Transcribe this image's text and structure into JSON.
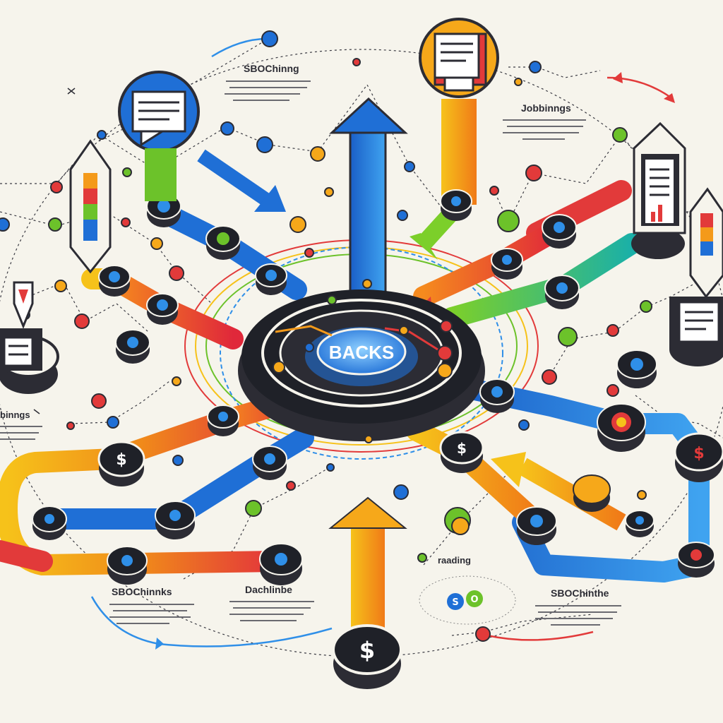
{
  "hub": {
    "label": "BACKS"
  },
  "labels": [
    {
      "id": "top-left",
      "title": "SBOChinng"
    },
    {
      "id": "top-right",
      "title": "Jobbinngs"
    },
    {
      "id": "left",
      "title": "binngs"
    },
    {
      "id": "bottom-left",
      "title": "SBOChinnks"
    },
    {
      "id": "bottom-center",
      "title": "Dachlinbe"
    },
    {
      "id": "bottom-mid",
      "title": "raading"
    },
    {
      "id": "bottom-right",
      "title": "SBOChinthe"
    }
  ],
  "coins": {
    "dollar_symbol": "$",
    "seo_badge": "S",
    "seo_badge_check": "O"
  },
  "colors": {
    "background": "#f6f4ec",
    "blue": "#1f6fd6",
    "orange": "#f49a1a",
    "red": "#e23a3a",
    "green": "#6cc22a",
    "yellow": "#f6c21a",
    "dark": "#2c2c34",
    "hub_blue": "#2f8fe8"
  }
}
